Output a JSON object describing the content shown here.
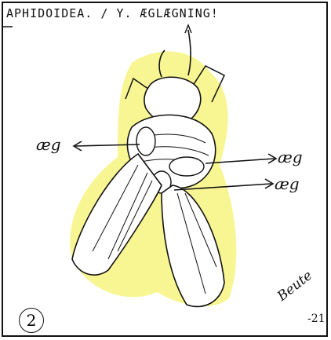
{
  "title": "APHIDOIDEA. / Y. ÆGLÆGNING!",
  "labels": {
    "left_arrow": "æg",
    "right_arrow_upper": "æg",
    "right_arrow_lower": "æg"
  },
  "panel_number": "2",
  "signature": {
    "name": "Beute",
    "year": "-21"
  },
  "colors": {
    "ink": "#111111",
    "highlight": "#f3ee3a",
    "paper": "#ffffff"
  }
}
